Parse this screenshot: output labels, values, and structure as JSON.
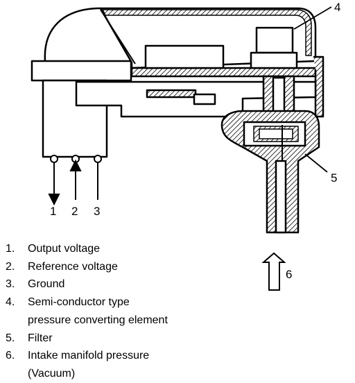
{
  "callouts": {
    "c1": "1",
    "c2": "2",
    "c3": "3",
    "c4": "4",
    "c5": "5",
    "c6": "6"
  },
  "legend": [
    {
      "num": "1.",
      "text": "Output voltage",
      "cont": ""
    },
    {
      "num": "2.",
      "text": "Reference voltage",
      "cont": ""
    },
    {
      "num": "3.",
      "text": "Ground",
      "cont": ""
    },
    {
      "num": "4.",
      "text": "Semi-conductor type",
      "cont": "pressure converting element"
    },
    {
      "num": "5.",
      "text": "Filter",
      "cont": ""
    },
    {
      "num": "6.",
      "text": "Intake manifold pressure",
      "cont": "(Vacuum)"
    }
  ]
}
